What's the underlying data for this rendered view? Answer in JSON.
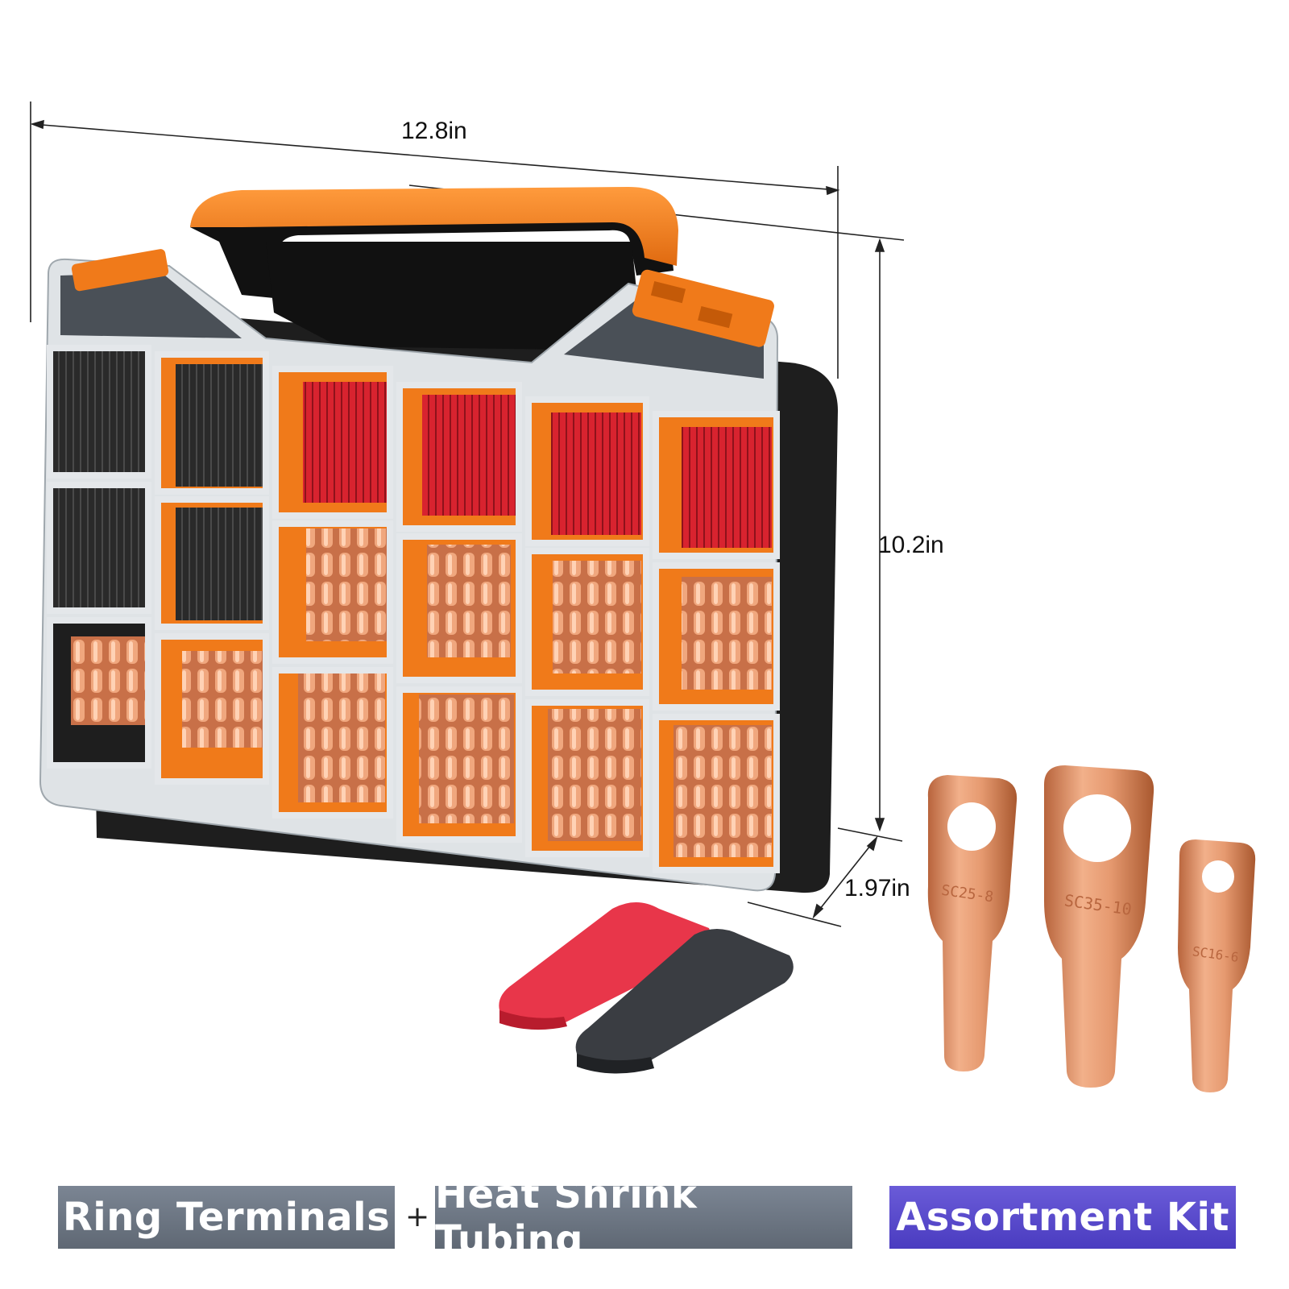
{
  "dimensions": {
    "width": "12.8in",
    "height": "10.2in",
    "depth": "1.97in"
  },
  "badges": {
    "ring_terminals": "Ring Terminals",
    "plus": "+",
    "heat_shrink": "Heat Shrink Tubing",
    "kit": "Assortment Kit"
  },
  "lug_stamps": [
    "SC25-8",
    "SC35-10",
    "SC16-6"
  ],
  "colors": {
    "case_orange": "#f07a1a",
    "case_black": "#1e1e1e",
    "tubing_red": "#d8232f",
    "tubing_black": "#2b2b2b",
    "copper": "#d98a5f",
    "badge_gray": "#6b7480",
    "badge_purple": "#5546cc"
  }
}
